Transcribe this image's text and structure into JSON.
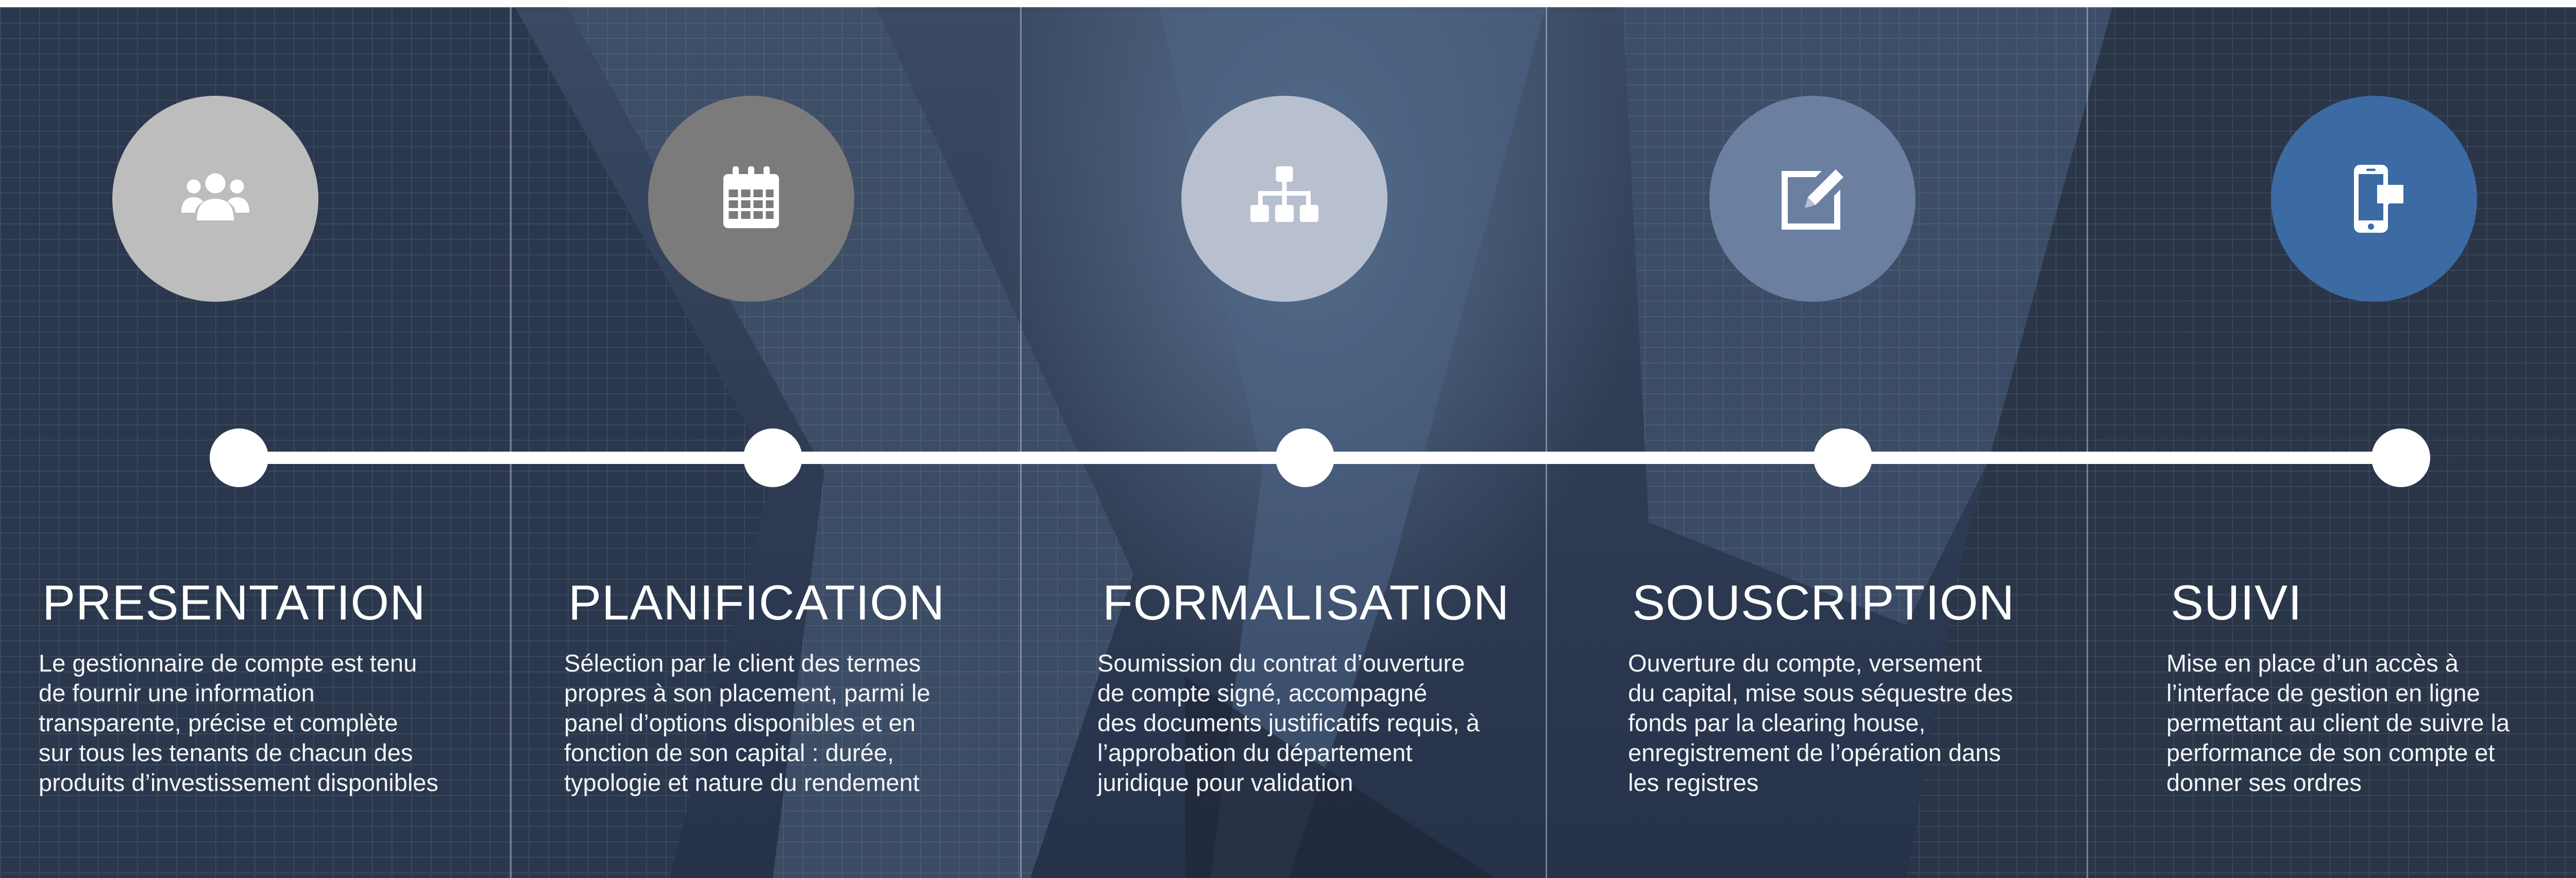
{
  "steps": [
    {
      "title": "PRESENTATION",
      "icon": "users-icon",
      "circle_color": "#bdbdbd",
      "description": "Le gestionnaire de compte est tenu\nde fournir une information\ntransparente, précise et complète\nsur tous les tenants de chacun des\nproduits d’investissement disponibles"
    },
    {
      "title": "PLANIFICATION",
      "icon": "calendar-icon",
      "circle_color": "#7b7b7b",
      "description": "Sélection par le client des termes\npropres à son placement, parmi le\npanel d’options disponibles et en\nfonction de son capital : durée,\ntypologie et nature du rendement"
    },
    {
      "title": "FORMALISATION",
      "icon": "org-chart-icon",
      "circle_color": "#b8c0cf",
      "description": "Soumission du contrat d’ouverture\nde compte signé, accompagné\ndes documents justificatifs requis, à\nl’approbation du département\njuridique pour validation"
    },
    {
      "title": "SOUSCRIPTION",
      "icon": "edit-icon",
      "circle_color": "#6b7fa0",
      "description": "Ouverture du compte, versement\ndu capital, mise sous séquestre des\nfonds par la clearing house,\nenregistrement de l’opération dans\nles registres"
    },
    {
      "title": "SUIVI",
      "icon": "mobile-chat-icon",
      "circle_color": "#3c6aa3",
      "description": "Mise en place d’un accès à\nl’interface de gestion en ligne\npermettant au client de suivre la\nperformance de son compte et\ndonner ses ordres"
    }
  ]
}
